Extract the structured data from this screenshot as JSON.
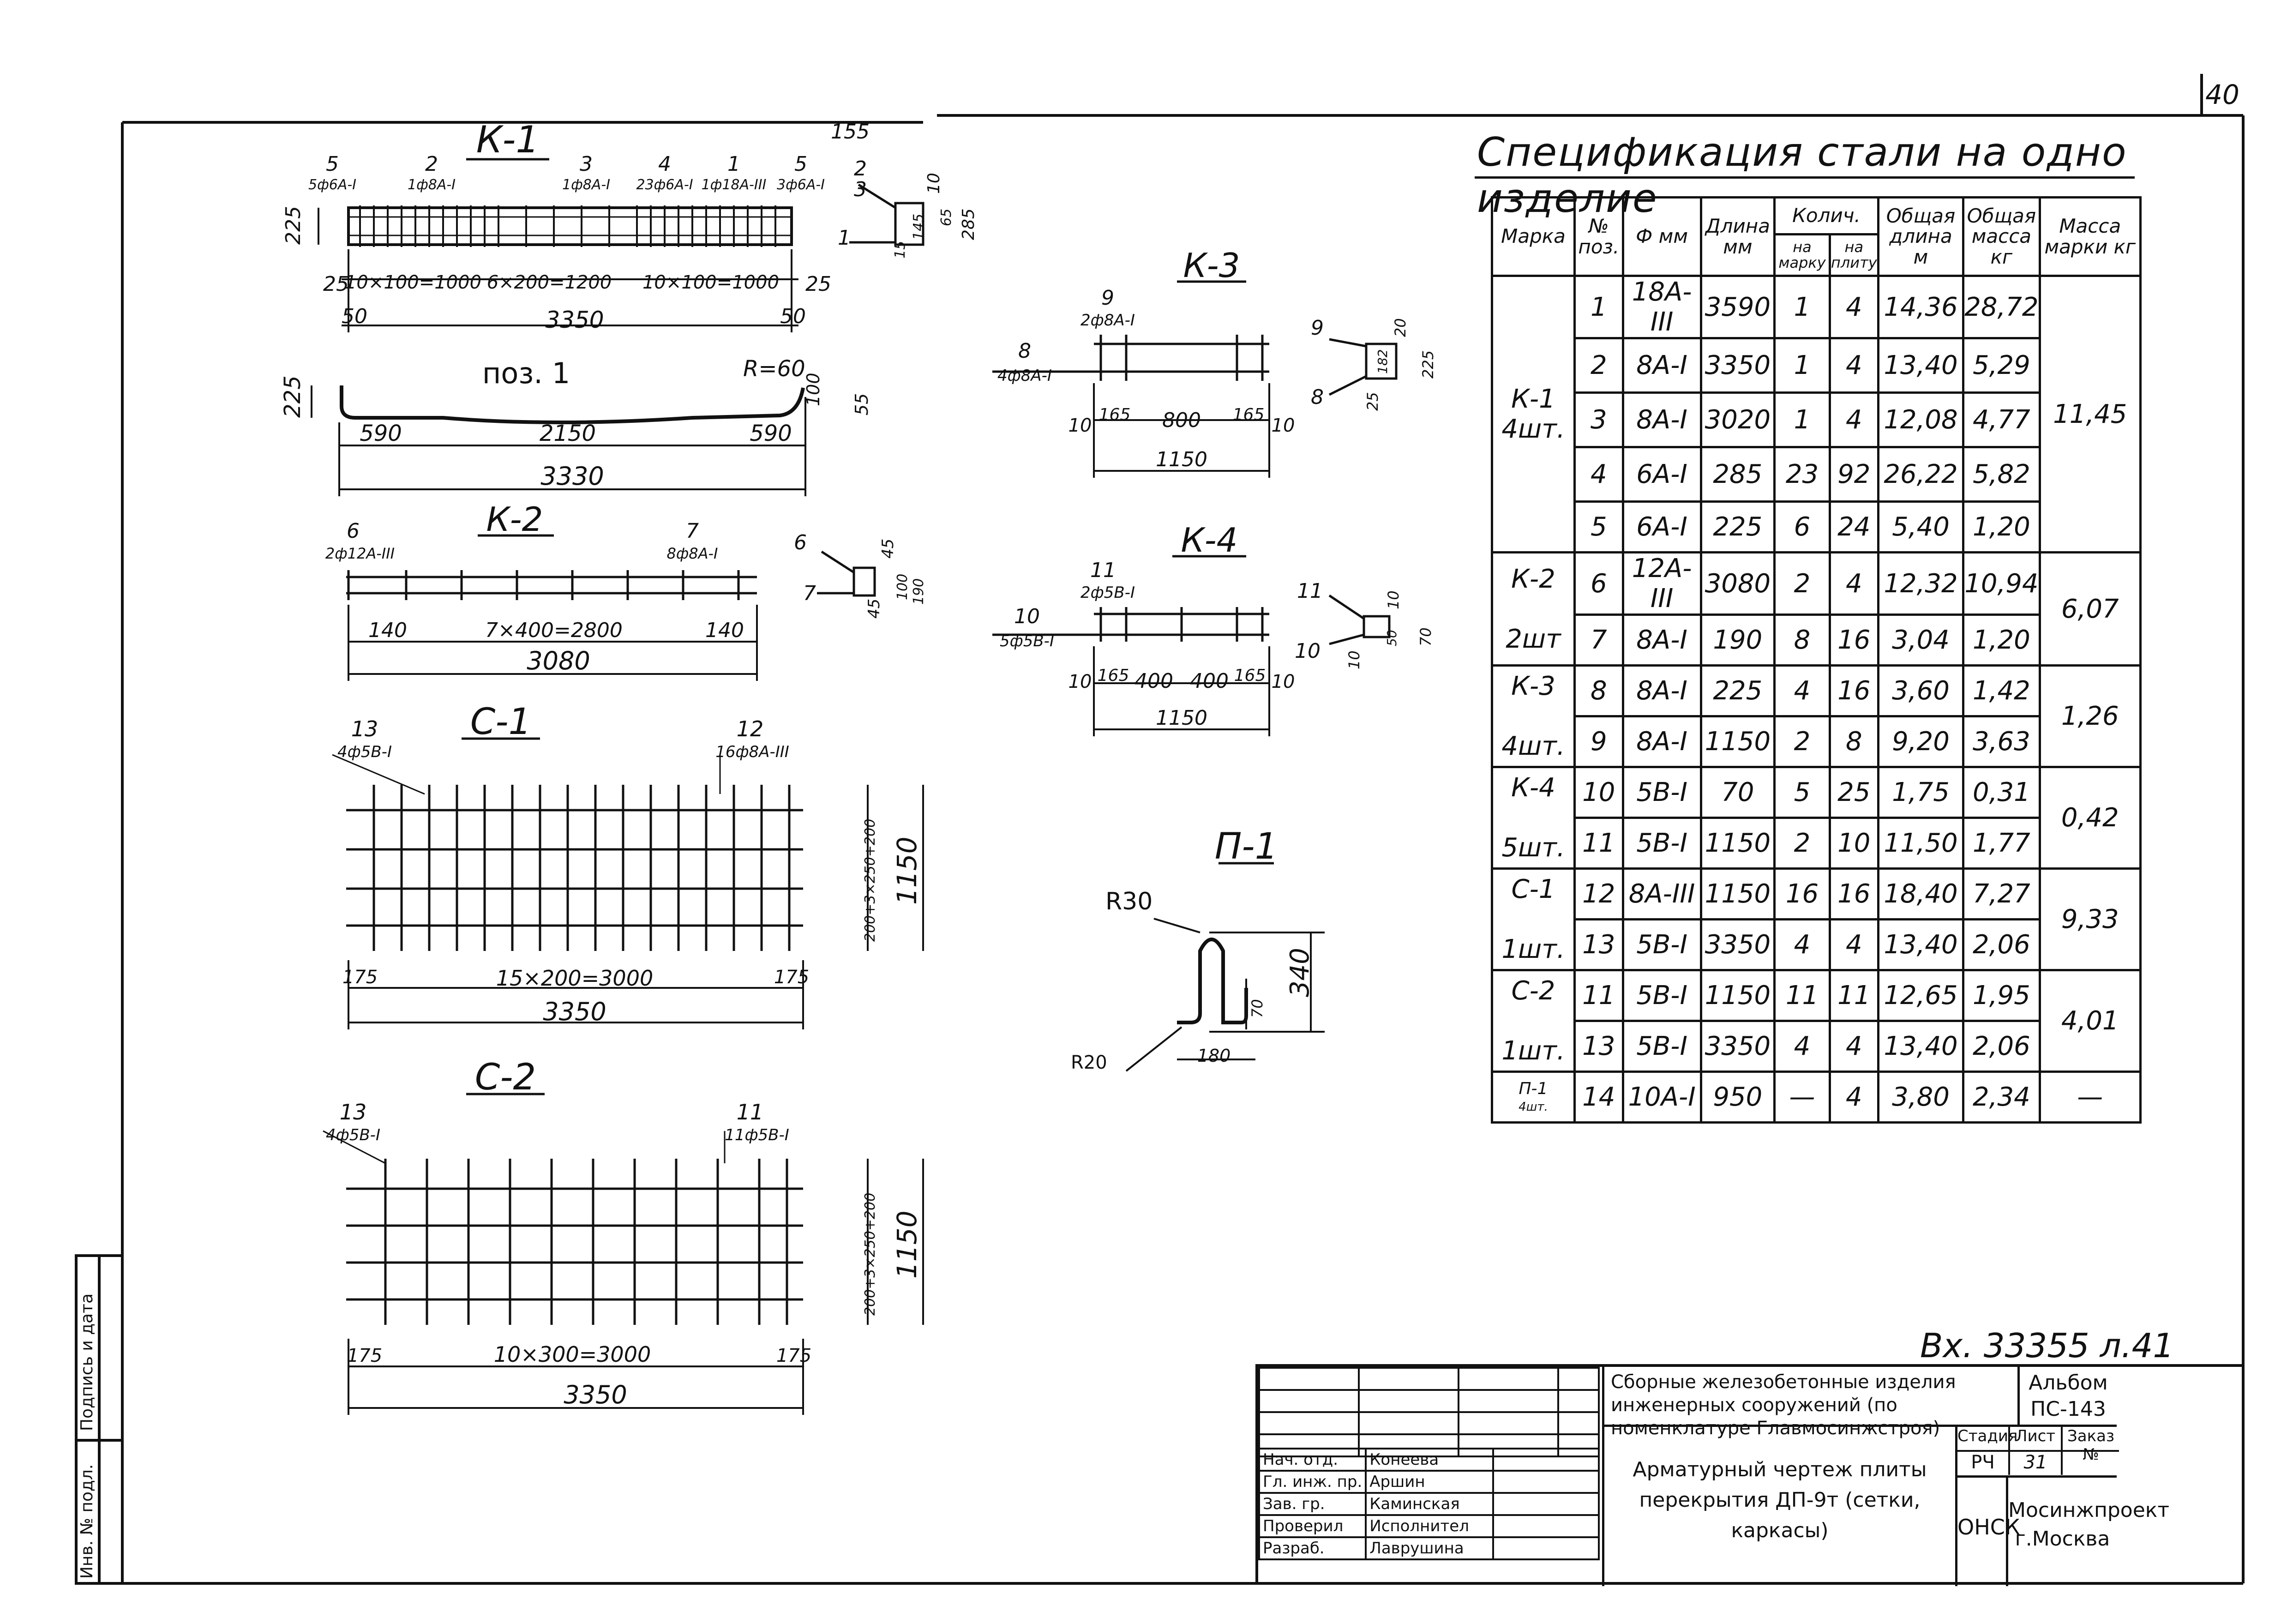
{
  "sheet": {
    "number": "40",
    "inventory_number": "Вх. 33355 л.41"
  },
  "drawings": {
    "k1": {
      "title": "К-1",
      "pos_labels": [
        {
          "pos": "5",
          "bar": "5ф6А-I"
        },
        {
          "pos": "2",
          "bar": "1ф8А-I"
        },
        {
          "pos": "3",
          "bar": "1ф8А-I"
        },
        {
          "pos": "4",
          "bar": "23ф6А-I"
        },
        {
          "pos": "1",
          "bar": "1ф18А-III"
        },
        {
          "pos": "5",
          "bar": "3ф6А-I"
        }
      ],
      "dims": {
        "top_extra": "155",
        "left_height": "225",
        "spacing_1": "10×100=1000",
        "spacing_2": "6×200=1200",
        "spacing_3": "10×100=1000",
        "edge": "25",
        "edge_r": "25",
        "off_l": "50",
        "off_r": "50",
        "total": "3350"
      },
      "section": {
        "labels": [
          "2",
          "3",
          "1"
        ],
        "dims": [
          "10",
          "15",
          "145",
          "65",
          "285"
        ]
      }
    },
    "poz1": {
      "title": "поз. 1",
      "radius": "R=60",
      "dims": {
        "left_h": "225",
        "right_h": "100",
        "right_h2": "55",
        "seg1": "590",
        "seg2": "2150",
        "seg3": "590",
        "total": "3330"
      }
    },
    "k2": {
      "title": "К-2",
      "pos_labels": [
        {
          "pos": "6",
          "bar": "2ф12А-III"
        },
        {
          "pos": "7",
          "bar": "8ф8А-I"
        }
      ],
      "dims": {
        "edge_l": "140",
        "spacing": "7×400=2800",
        "edge_r": "140",
        "total": "3080"
      },
      "section": {
        "labels": [
          "6",
          "7"
        ],
        "dims": [
          "45",
          "45",
          "100",
          "190"
        ]
      }
    },
    "k3": {
      "title": "К-3",
      "pos_labels": [
        {
          "pos": "9",
          "bar": "2ф8А-I"
        },
        {
          "pos": "8",
          "bar": "4ф8А-I"
        }
      ],
      "dims": {
        "end_l": "10",
        "edge_l": "165",
        "mid": "800",
        "edge_r": "165",
        "end_r": "10",
        "total": "1150"
      },
      "section": {
        "labels": [
          "9",
          "8"
        ],
        "dims": [
          "20",
          "25",
          "182",
          "225"
        ]
      }
    },
    "k4": {
      "title": "К-4",
      "pos_labels": [
        {
          "pos": "11",
          "bar": "2ф5В-I"
        },
        {
          "pos": "10",
          "bar": "5ф5В-I"
        }
      ],
      "dims": {
        "end_l": "10",
        "edge_l": "165",
        "mid1": "400",
        "mid2": "400",
        "edge_r": "165",
        "end_r": "10",
        "total": "1150"
      },
      "section": {
        "labels": [
          "11",
          "10"
        ],
        "dims": [
          "10",
          "10",
          "50",
          "70"
        ]
      }
    },
    "c1": {
      "title": "С-1",
      "pos_labels": [
        {
          "pos": "13",
          "bar": "4ф5В-I"
        },
        {
          "pos": "12",
          "bar": "16ф8А-III"
        }
      ],
      "dims": {
        "edge_l": "175",
        "spacing": "15×200=3000",
        "edge_r": "175",
        "total": "3350",
        "height": "1150",
        "side": "200+3×250+200"
      }
    },
    "c2": {
      "title": "С-2",
      "pos_labels": [
        {
          "pos": "13",
          "bar": "4ф5В-I"
        },
        {
          "pos": "11",
          "bar": "11ф5В-I"
        }
      ],
      "dims": {
        "edge_l": "175",
        "spacing": "10×300=3000",
        "edge_r": "175",
        "total": "3350",
        "height": "1150",
        "side": "200+3×250+200"
      }
    },
    "p1": {
      "title": "П-1",
      "r_top": "R30",
      "r_bottom": "R20",
      "height": "340",
      "inner": "70",
      "width": "180"
    }
  },
  "spec": {
    "title": "Спецификация стали на одно изделие",
    "headers": {
      "mark": "Марка",
      "pos": "№ поз.",
      "dia": "Ф мм",
      "length": "Длина мм",
      "qty": "Колич.",
      "qty_mark": "на марку",
      "qty_plate": "на плиту",
      "total_len": "Общая длина м",
      "total_mass": "Общая масса кг",
      "mark_mass": "Масса марки кг"
    },
    "groups": [
      {
        "mark": "К-1",
        "count": "4шт.",
        "mass": "11,45",
        "rows": [
          [
            "1",
            "18А-III",
            "3590",
            "1",
            "4",
            "14,36",
            "28,72"
          ],
          [
            "2",
            "8А-I",
            "3350",
            "1",
            "4",
            "13,40",
            "5,29"
          ],
          [
            "3",
            "8А-I",
            "3020",
            "1",
            "4",
            "12,08",
            "4,77"
          ],
          [
            "4",
            "6А-I",
            "285",
            "23",
            "92",
            "26,22",
            "5,82"
          ],
          [
            "5",
            "6А-I",
            "225",
            "6",
            "24",
            "5,40",
            "1,20"
          ]
        ]
      },
      {
        "mark": "К-2",
        "count": "2шт",
        "mass": "6,07",
        "rows": [
          [
            "6",
            "12А-III",
            "3080",
            "2",
            "4",
            "12,32",
            "10,94"
          ],
          [
            "7",
            "8А-I",
            "190",
            "8",
            "16",
            "3,04",
            "1,20"
          ]
        ]
      },
      {
        "mark": "К-3",
        "count": "4шт.",
        "mass": "1,26",
        "rows": [
          [
            "8",
            "8А-I",
            "225",
            "4",
            "16",
            "3,60",
            "1,42"
          ],
          [
            "9",
            "8А-I",
            "1150",
            "2",
            "8",
            "9,20",
            "3,63"
          ]
        ]
      },
      {
        "mark": "К-4",
        "count": "5шт.",
        "mass": "0,42",
        "rows": [
          [
            "10",
            "5В-I",
            "70",
            "5",
            "25",
            "1,75",
            "0,31"
          ],
          [
            "11",
            "5В-I",
            "1150",
            "2",
            "10",
            "11,50",
            "1,77"
          ]
        ]
      },
      {
        "mark": "С-1",
        "count": "1шт.",
        "mass": "9,33",
        "rows": [
          [
            "12",
            "8А-III",
            "1150",
            "16",
            "16",
            "18,40",
            "7,27"
          ],
          [
            "13",
            "5В-I",
            "3350",
            "4",
            "4",
            "13,40",
            "2,06"
          ]
        ]
      },
      {
        "mark": "С-2",
        "count": "1шт.",
        "mass": "4,01",
        "rows": [
          [
            "11",
            "5В-I",
            "1150",
            "11",
            "11",
            "12,65",
            "1,95"
          ],
          [
            "13",
            "5В-I",
            "3350",
            "4",
            "4",
            "13,40",
            "2,06"
          ]
        ]
      },
      {
        "mark": "П-1",
        "count": "4шт.",
        "mass": "—",
        "rows": [
          [
            "14",
            "10А-I",
            "950",
            "—",
            "4",
            "3,80",
            "2,34"
          ]
        ]
      }
    ]
  },
  "title_block": {
    "project": "Сборные железобетонные изделия инженерных сооружений (по номенклатуре Главмосинжстроя)",
    "album_label": "Альбом",
    "album": "ПС-143",
    "sheet_title": "Арматурный чертеж плиты перекрытия ДП-9т (сетки, каркасы)",
    "stage_label": "Стадия",
    "stage": "РЧ",
    "sheet_label": "Лист",
    "sheet": "31",
    "order_label": "Заказ №",
    "dept": "ОНСК",
    "org": "Мосинжпроект г.Москва",
    "roles": [
      {
        "role": "Нач. отд.",
        "name": "Конеева"
      },
      {
        "role": "Гл. инж. пр.",
        "name": "Аршин"
      },
      {
        "role": "Зав. гр.",
        "name": "Каминская"
      },
      {
        "role": "Проверил",
        "name": "Исполнител"
      },
      {
        "role": "Разраб.",
        "name": "Лаврушина"
      }
    ],
    "side_labels": [
      "Подпись и дата",
      "Инв. № подл."
    ]
  }
}
